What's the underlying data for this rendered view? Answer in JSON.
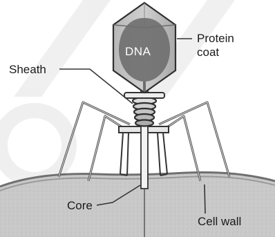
{
  "labels": {
    "dna": "DNA",
    "protein_coat_line1": "Protein",
    "protein_coat_line2": "coat",
    "sheath": "Sheath",
    "core": "Core",
    "cell_wall": "Cell wall"
  }
}
